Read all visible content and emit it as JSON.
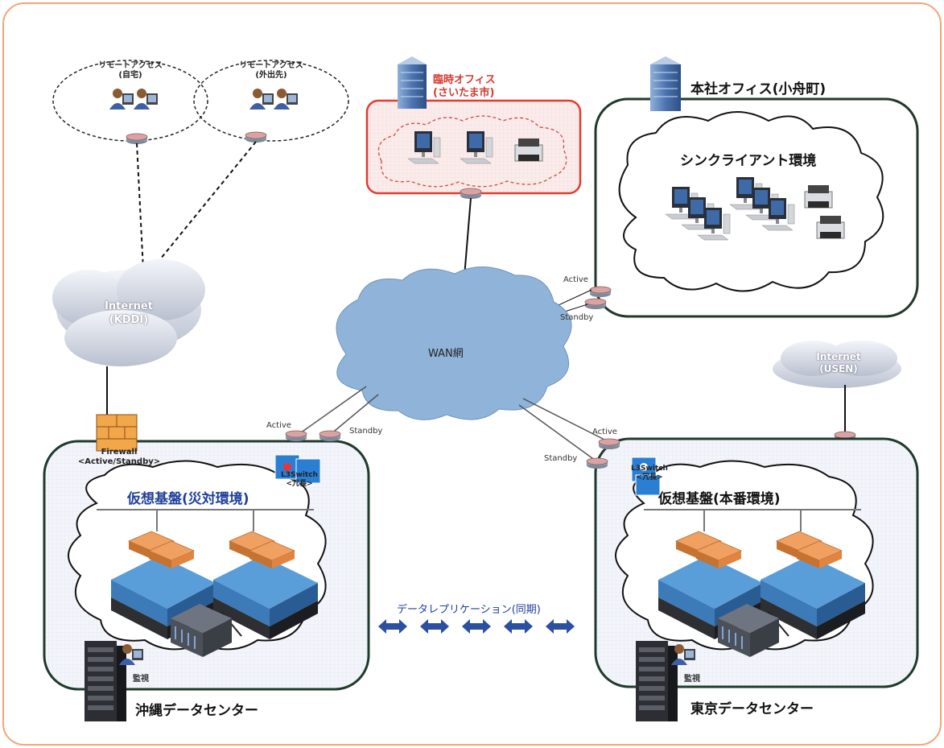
{
  "remote_access": {
    "home_title": "リモートアクセス",
    "home_sub": "(自宅)",
    "out_title": "リモートアクセス",
    "out_sub": "(外出先)"
  },
  "temp_office": {
    "line1": "臨時オフィス",
    "line2": "(さいたま市)"
  },
  "hq_office": {
    "title": "本社オフィス(小舟町)",
    "thin_client": "シンクライアント環境"
  },
  "internet_kddi": {
    "line1": "Internet",
    "line2": "(KDDI)"
  },
  "internet_usen": {
    "line1": "Internet",
    "line2": "(USEN)"
  },
  "wan": {
    "label": "WAN網"
  },
  "links": {
    "active_hq": "Active",
    "standby_hq": "Standby",
    "active_okinawa": "Active",
    "standby_okinawa": "Standby",
    "active_tokyo": "Active",
    "standby_tokyo": "Standby"
  },
  "firewall": {
    "line1": "Firewall",
    "line2": "<Active/Standby>"
  },
  "switch_okinawa": {
    "line1": "L3Switch",
    "line2": "<冗長>"
  },
  "switch_tokyo": {
    "line1": "L3Switch",
    "line2": "<冗長>"
  },
  "okinawa_dc": {
    "env_title": "仮想基盤(災対環境)",
    "name": "沖縄データセンター",
    "monitor": "監視"
  },
  "tokyo_dc": {
    "env_title": "仮想基盤(本番環境)",
    "name": "東京データセンター",
    "monitor": "監視"
  },
  "replication": {
    "label": "データレプリケーション(同期)"
  },
  "colors": {
    "frame": "#f2a57a",
    "red_box": "#e53a2e",
    "dc_border": "#1f3a2a",
    "wan_cloud": "#8fb3d9",
    "arrow": "#2b4fa3"
  }
}
